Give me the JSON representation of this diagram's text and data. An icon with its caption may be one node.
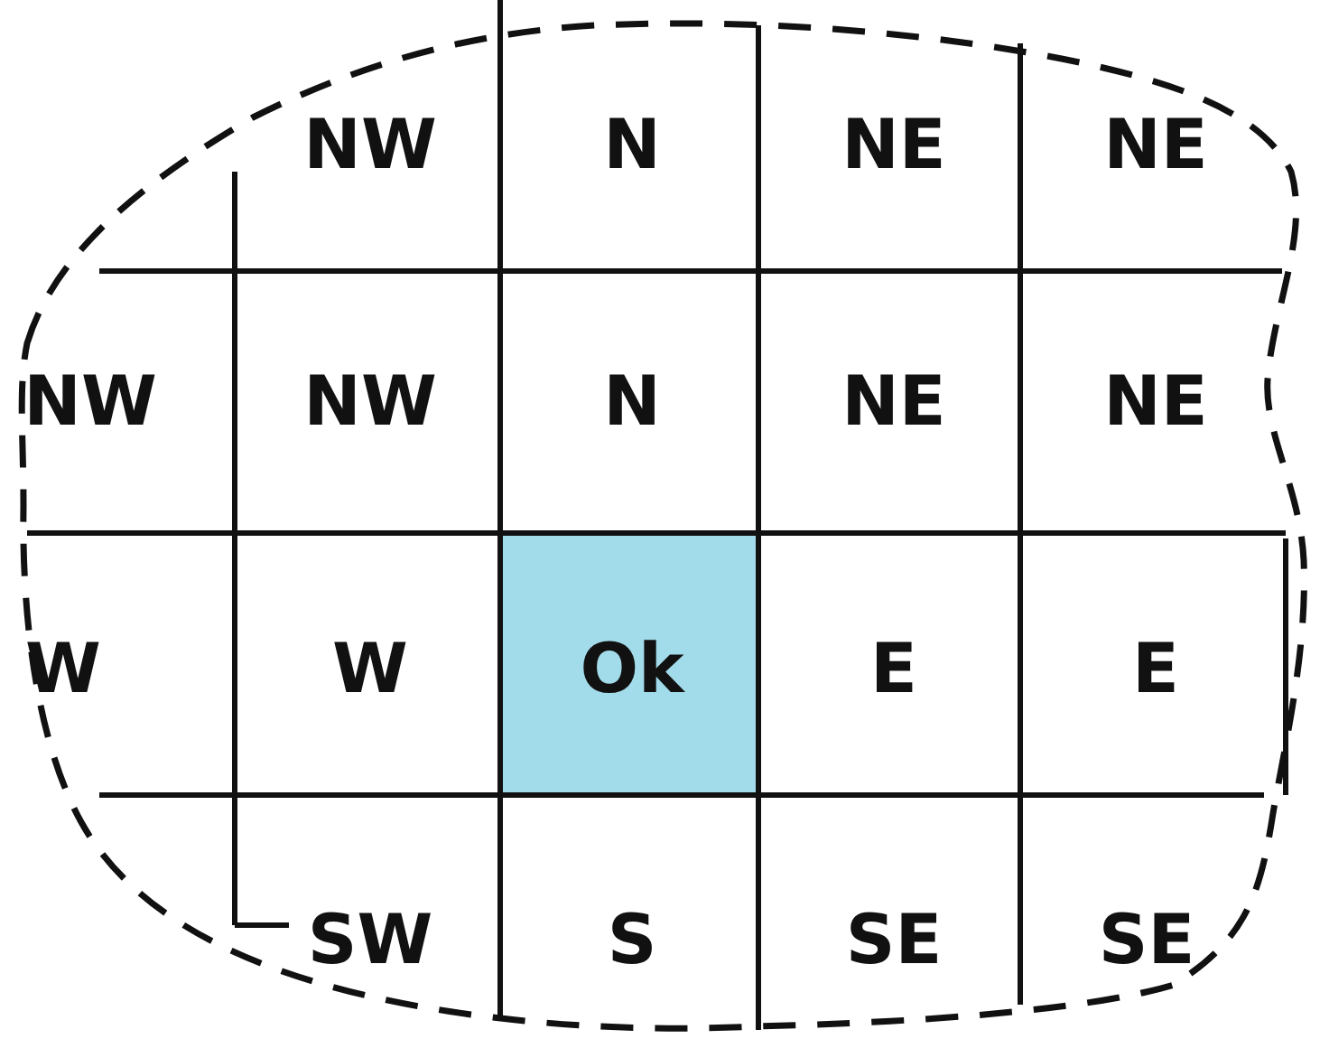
{
  "diagram": {
    "labels": [
      "NW",
      "N",
      "NE",
      "NE",
      "NW",
      "NW",
      "N",
      "NE",
      "NE",
      "W",
      "W",
      "Ok",
      "E",
      "E",
      "SW",
      "S",
      "SE",
      "SE"
    ]
  }
}
